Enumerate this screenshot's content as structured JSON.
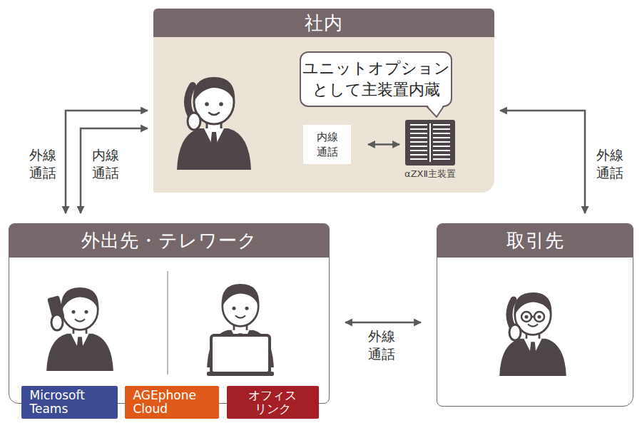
{
  "diagram": {
    "nodes": [
      {
        "text": [
          "社内"
        ]
      },
      {
        "text": [
          "ユニットオプション として主装置内蔵"
        ],
        "in": 0
      },
      {
        "text": [
          "内線 通話"
        ],
        "in": 0
      },
      {
        "text": [
          "αZXⅡ主装置"
        ],
        "in": 0
      },
      {
        "text": [
          "外出先・テレワーク"
        ]
      },
      {
        "text": [
          "Microsoft Teams"
        ],
        "in": 4
      },
      {
        "text": [
          "AGEphone Cloud"
        ],
        "in": 4
      },
      {
        "text": [
          "オフィス リンク"
        ],
        "in": 4
      },
      {
        "text": [
          "取引先"
        ]
      }
    ],
    "edges": [
      {
        "from": 2,
        "to": 3,
        "arrow": "both"
      },
      {
        "from": 0,
        "to": 4,
        "arrow": "both",
        "label": "外線 通話"
      },
      {
        "from": 0,
        "to": 4,
        "arrow": "both",
        "label": "内線 通話"
      },
      {
        "from": 0,
        "to": 8,
        "arrow": "both",
        "label": "外線 通話"
      },
      {
        "from": 4,
        "to": 8,
        "arrow": "both",
        "label": "外線 通話"
      }
    ]
  }
}
